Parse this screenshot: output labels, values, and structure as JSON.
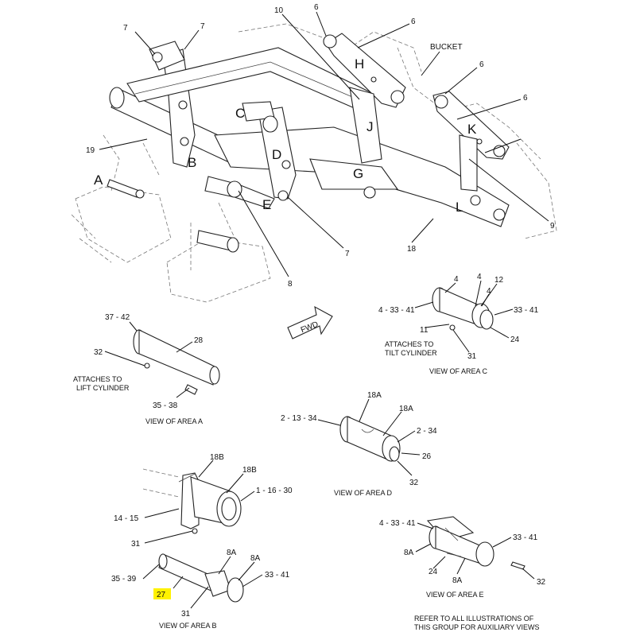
{
  "main_view": {
    "letters": [
      "A",
      "B",
      "C",
      "D",
      "E",
      "G",
      "H",
      "J",
      "K",
      "L"
    ],
    "callouts": [
      "7",
      "7",
      "10",
      "6",
      "6",
      "6",
      "6",
      "19",
      "7",
      "8",
      "18",
      "9"
    ],
    "bucket_label": "BUCKET",
    "fwd_label": "FWD"
  },
  "view_a": {
    "callouts": [
      "37 - 42",
      "28",
      "32",
      "35 - 38"
    ],
    "note_line1": "ATTACHES TO",
    "note_line2": "LIFT CYLINDER",
    "caption": "VIEW OF AREA  A"
  },
  "view_c": {
    "callouts": [
      "4",
      "4",
      "12",
      "4",
      "4 - 33 - 41",
      "33 - 41",
      "11",
      "31",
      "24"
    ],
    "note_line1": "ATTACHES TO",
    "note_line2": "TILT CYLINDER",
    "caption": "VIEW OF AREA  C"
  },
  "view_d": {
    "callouts": [
      "18A",
      "2 - 13 - 34",
      "18A",
      "2 - 34",
      "26",
      "32"
    ],
    "caption": "VIEW OF AREA  D"
  },
  "view_b": {
    "callouts": [
      "18B",
      "18B",
      "1 - 16 - 30",
      "14 - 15",
      "31",
      "8A",
      "8A",
      "35 - 39",
      "33 - 41",
      "27",
      "31"
    ],
    "highlight_index": 9,
    "caption": "VIEW OF AREA  B"
  },
  "view_e": {
    "callouts": [
      "4 - 33 - 41",
      "33 - 41",
      "8A",
      "24",
      "8A",
      "32"
    ],
    "caption": "VIEW OF AREA  E"
  },
  "footer": {
    "line1": "REFER TO ALL ILLUSTRATIONS OF",
    "line2": "THIS GROUP FOR AUXILIARY VIEWS"
  },
  "colors": {
    "highlight": "#fff200",
    "ink": "#111111"
  }
}
